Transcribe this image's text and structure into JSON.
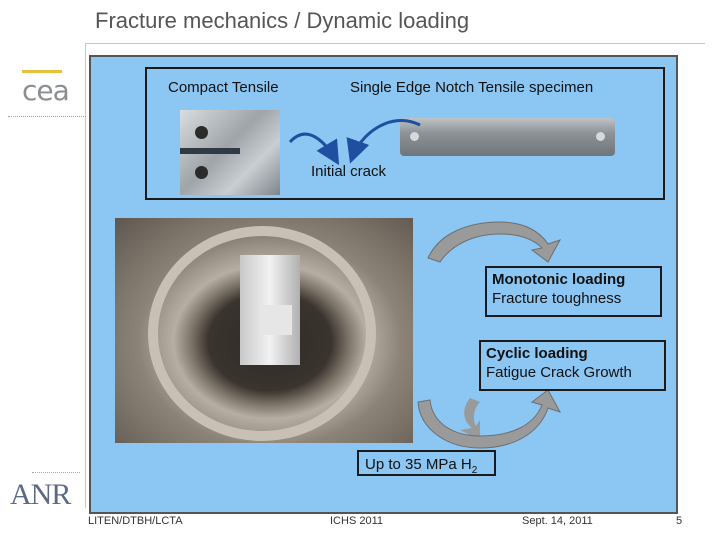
{
  "slide": {
    "title": "Fracture mechanics / Dynamic loading",
    "page_number": "5"
  },
  "logos": {
    "cea_text": "cea",
    "anr_text": "ANR"
  },
  "specimens": {
    "ct_label": "Compact Tensile",
    "sent_label": "Single Edge Notch Tensile specimen",
    "crack_label": "Initial crack"
  },
  "loading": {
    "monotonic_title": "Monotonic loading",
    "monotonic_desc": "Fracture toughness",
    "cyclic_title": "Cyclic loading",
    "cyclic_desc": "Fatigue Crack Growth",
    "pressure_text": "Up to 35 MPa H",
    "pressure_sub": "2"
  },
  "footer": {
    "left": "LITEN/DTBH/LCTA",
    "center": "ICHS 2011",
    "date": "Sept. 14, 2011"
  },
  "colors": {
    "panel_bg": "#8cc6f2",
    "arrow_blue": "#1f4fa0",
    "curved_arrow_gray": "#8a8a8a"
  }
}
